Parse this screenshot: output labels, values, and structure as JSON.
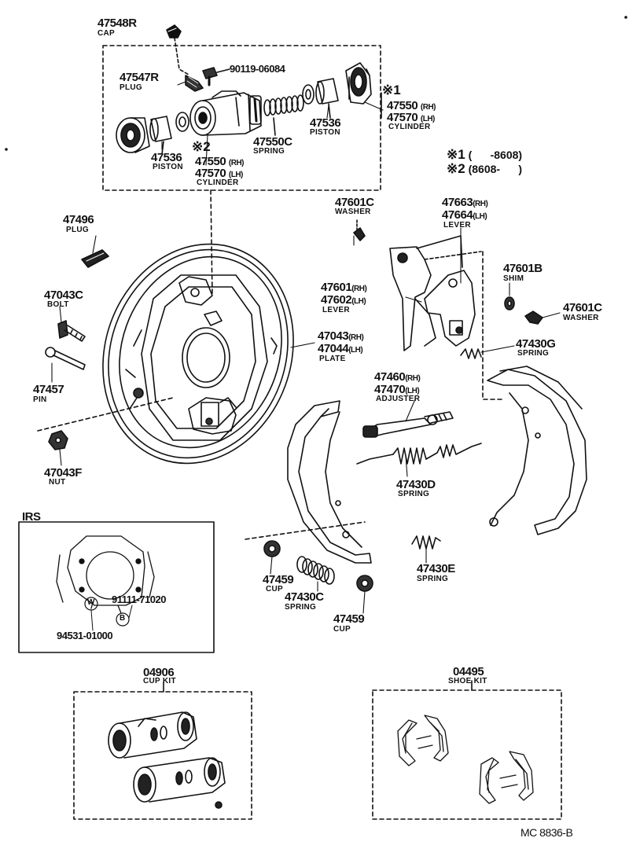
{
  "parts": {
    "p47548r": {
      "number": "47548R",
      "name": "CAP"
    },
    "p90119": {
      "number": "90119-06084"
    },
    "p47547r": {
      "number": "47547R",
      "name": "PLUG"
    },
    "mark1": {
      "symbol": "※1"
    },
    "p47550_top": {
      "rh": "47550",
      "rh_tag": "(RH)",
      "lh": "47570",
      "lh_tag": "(LH)",
      "name": "CYLINDER"
    },
    "p47536_right": {
      "number": "47536",
      "name": "PISTON"
    },
    "p47550c": {
      "number": "47550C",
      "name": "SPRING"
    },
    "p47536_left": {
      "number": "47536",
      "name": "PISTON"
    },
    "mark2": {
      "symbol": "※2"
    },
    "p47550_bottom": {
      "rh": "47550",
      "rh_tag": "(RH)",
      "lh": "47570",
      "lh_tag": "(LH)",
      "name": "CYLINDER"
    },
    "p47601c_top": {
      "number": "47601C",
      "name": "WASHER"
    },
    "p47663": {
      "rh": "47663",
      "rh_tag": "(RH)",
      "lh": "47664",
      "lh_tag": "(LH)",
      "name": "LEVER"
    },
    "p47496": {
      "number": "47496",
      "name": "PLUG"
    },
    "p47043c": {
      "number": "47043C",
      "name": "BOLT"
    },
    "p47601": {
      "rh": "47601",
      "rh_tag": "(RH)",
      "lh": "47602",
      "lh_tag": "(LH)",
      "name": "LEVER"
    },
    "p47601b": {
      "number": "47601B",
      "name": "SHIM"
    },
    "p47601c_right": {
      "number": "47601C",
      "name": "WASHER"
    },
    "p47043": {
      "rh": "47043",
      "rh_tag": "(RH)",
      "lh": "47044",
      "lh_tag": "(LH)",
      "name": "PLATE"
    },
    "p47430g": {
      "number": "47430G",
      "name": "SPRING"
    },
    "p47457": {
      "number": "47457",
      "name": "PIN"
    },
    "p47460": {
      "rh": "47460",
      "rh_tag": "(RH)",
      "lh": "47470",
      "lh_tag": "(LH)",
      "name": "ADJUSTER"
    },
    "p47043f": {
      "number": "47043F",
      "name": "NUT"
    },
    "p47430d": {
      "number": "47430D",
      "name": "SPRING"
    },
    "p47459_left": {
      "number": "47459",
      "name": "CUP"
    },
    "p47430c": {
      "number": "47430C",
      "name": "SPRING"
    },
    "p47459_bottom": {
      "number": "47459",
      "name": "CUP"
    },
    "p47430e": {
      "number": "47430E",
      "name": "SPRING"
    },
    "p04906": {
      "number": "04906",
      "name": "CUP KIT"
    },
    "p04495": {
      "number": "04495",
      "name": "SHOE KIT"
    }
  },
  "legend": {
    "line1_mark": "※1",
    "line1_range": "(      -8608)",
    "line2_mark": "※2",
    "line2_range": "(8608-      )"
  },
  "irs": {
    "title": "IRS",
    "part_a": "91111-71020",
    "part_b": "94531-01000",
    "badge_w": "W",
    "badge_b": "B"
  },
  "footer": {
    "code": "MC  8836-B"
  }
}
